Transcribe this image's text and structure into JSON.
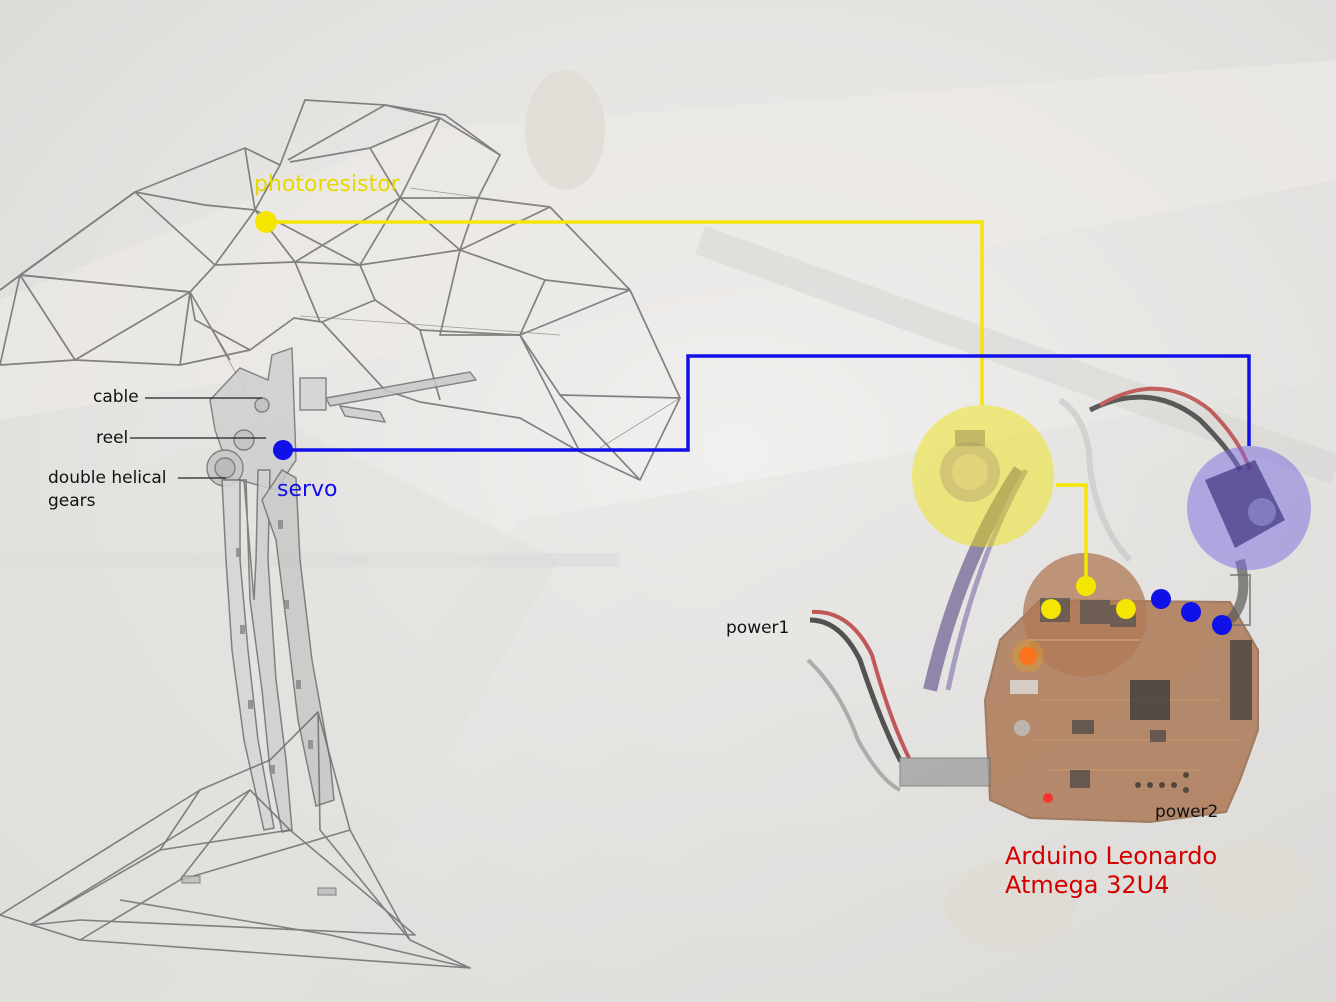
{
  "labels": {
    "photoresistor": "photoresistor",
    "servo": "servo",
    "cable": "cable",
    "reel": "reel",
    "gears_line1": "double helical",
    "gears_line2": "gears",
    "power1": "power1",
    "power2": "power2",
    "board_line1": "Arduino Leonardo",
    "board_line2": "Atmega 32U4"
  },
  "colors": {
    "photoresistor_wire": "#f4e600",
    "servo_wire": "#1010e8",
    "board_label": "#d40000",
    "lamp_outline": "#6f6f6f",
    "background": "#e6e5e3"
  },
  "icons": {
    "photoresistor": "photoresistor-sensor-icon",
    "servo": "servo-motor-icon",
    "board": "arduino-board-icon"
  }
}
